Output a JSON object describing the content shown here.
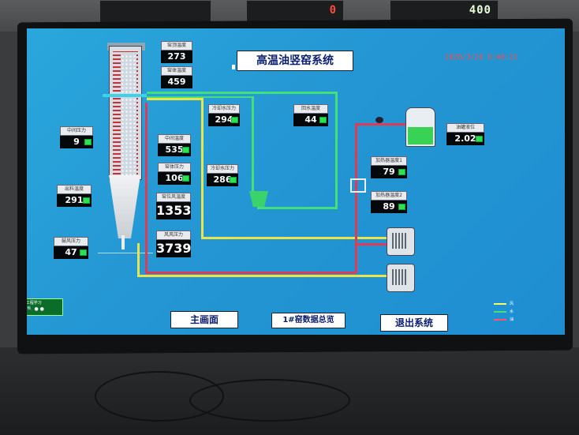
{
  "meters": [
    {
      "value": "0",
      "color": "#ff4b3a"
    },
    {
      "value": "400",
      "color": "#e8ffd8"
    }
  ],
  "screen": {
    "title": "高温油竖窑系统",
    "timestamp": "2020/3/26 8:48:22"
  },
  "readouts": {
    "top_temp": {
      "label": "窑顶温度",
      "value": "273"
    },
    "kiln_temp": {
      "label": "窑体温度",
      "value": "459"
    },
    "mid_pressure": {
      "label": "中间压力",
      "value": "9"
    },
    "mid_temp": {
      "label": "中间温度",
      "value": "535"
    },
    "cool_pressure": {
      "label": "窑体压力",
      "value": "106"
    },
    "outlet_pressure": {
      "label": "出料温度",
      "value": "291"
    },
    "cool_air_1": {
      "label": "窑位风温度",
      "value": "1353"
    },
    "cool_air_2": {
      "label": "风风压力",
      "value": "3739"
    },
    "air_pressure": {
      "label": "鼓风压力",
      "value": "47"
    },
    "water_temp_1": {
      "label": "冷却水压力",
      "value": "294"
    },
    "water_temp_2": {
      "label": "冷却水压力",
      "value": "286"
    },
    "return_temp": {
      "label": "回水温度",
      "value": "44"
    },
    "heat_temp_1": {
      "label": "加热器温度1",
      "value": "79"
    },
    "heat_temp_2": {
      "label": "加热器温度2",
      "value": "89"
    },
    "oil_level": {
      "label": "油罐液位",
      "value": "2.02"
    }
  },
  "nav": {
    "main": "主画面",
    "overview": "1#窑数据总览",
    "exit": "退出系统"
  },
  "toolbar": {
    "line1": "+ 工程学习",
    "line2": "◎ 🔍 ● ●"
  },
  "legend": [
    {
      "color": "#ffff66",
      "label": "风"
    },
    {
      "color": "#44e07a",
      "label": "水"
    },
    {
      "color": "#ff5566",
      "label": "油"
    }
  ],
  "colors": {
    "screen_bg": "#2496d3",
    "yellow_pipe": "#e6e64a",
    "green_pipe": "#43e07a",
    "red_pipe": "#e03b52"
  }
}
